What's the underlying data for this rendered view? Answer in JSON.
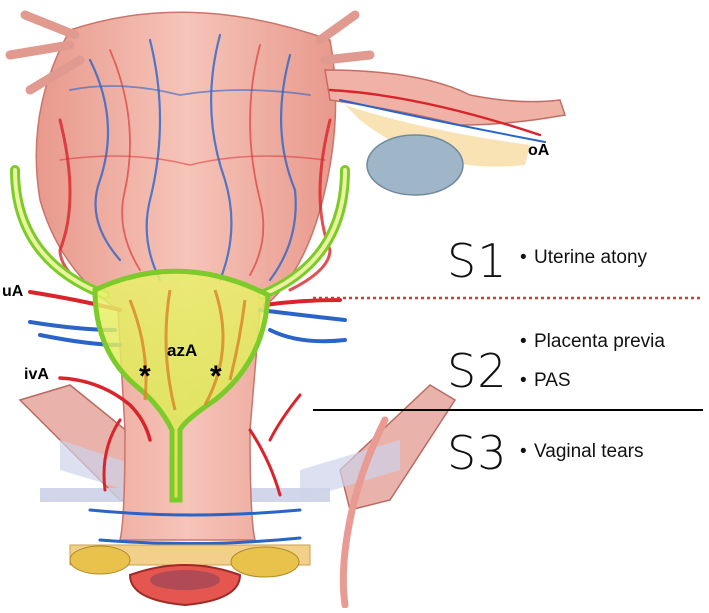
{
  "labels": {
    "oA": "oA",
    "uA": "uA",
    "ivA": "ivA",
    "azA": "azA",
    "star": "*"
  },
  "segments": [
    {
      "name": "S1",
      "items": [
        "Uterine atony"
      ]
    },
    {
      "name": "S2",
      "items": [
        "Placenta previa",
        "PAS"
      ]
    },
    {
      "name": "S3",
      "items": [
        "Vaginal tears"
      ]
    }
  ],
  "bullet": "•",
  "colors": {
    "uterus": "#f2b3a8",
    "artery": "#d8242a",
    "vein": "#2b64c8",
    "highlight_outline": "#7ccb2a",
    "highlight_fill": "#e4ef5a",
    "ovary": "#9fb6c8",
    "dotted_line": "#d63a2e",
    "solid_line": "#000000"
  }
}
